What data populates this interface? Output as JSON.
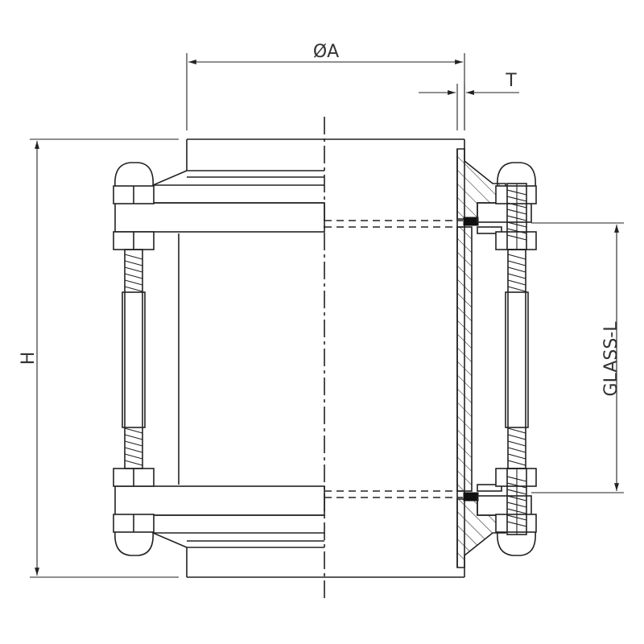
{
  "dimensions": {
    "diameter_label": "ØA",
    "thickness_label": "T",
    "height_label": "H",
    "glass_length_label": "GLASS-L"
  }
}
